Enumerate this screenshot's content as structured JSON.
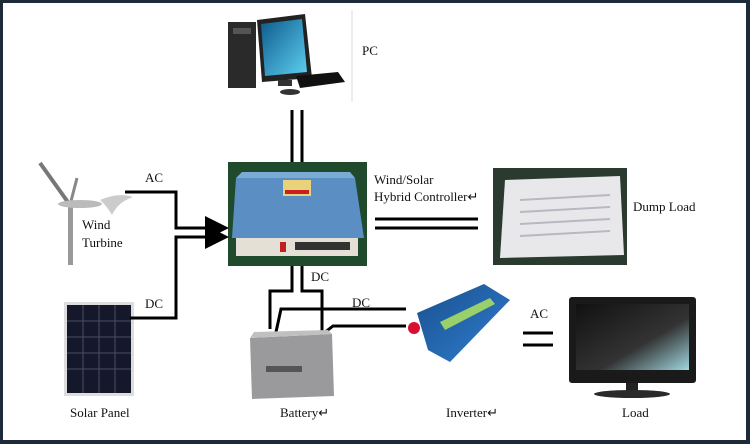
{
  "labels": {
    "pc": "PC",
    "controller_line1": "Wind/Solar",
    "controller_line2": "Hybrid Controller↵",
    "dump_load": "Dump Load",
    "wind_line1": "Wind",
    "wind_line2": "Turbine",
    "solar_panel": "Solar Panel",
    "battery": "Battery↵",
    "inverter": "Inverter↵",
    "load": "Load"
  },
  "connections": {
    "wind_to_controller": "AC",
    "solar_to_controller": "DC",
    "controller_to_battery": "DC",
    "battery_to_inverter": "DC",
    "inverter_to_load": "AC"
  },
  "colors": {
    "frame": "#1c2a3a",
    "wire": "#000000",
    "controller_blue": "#5b8fc4",
    "controller_bg": "#1f4a2c"
  }
}
